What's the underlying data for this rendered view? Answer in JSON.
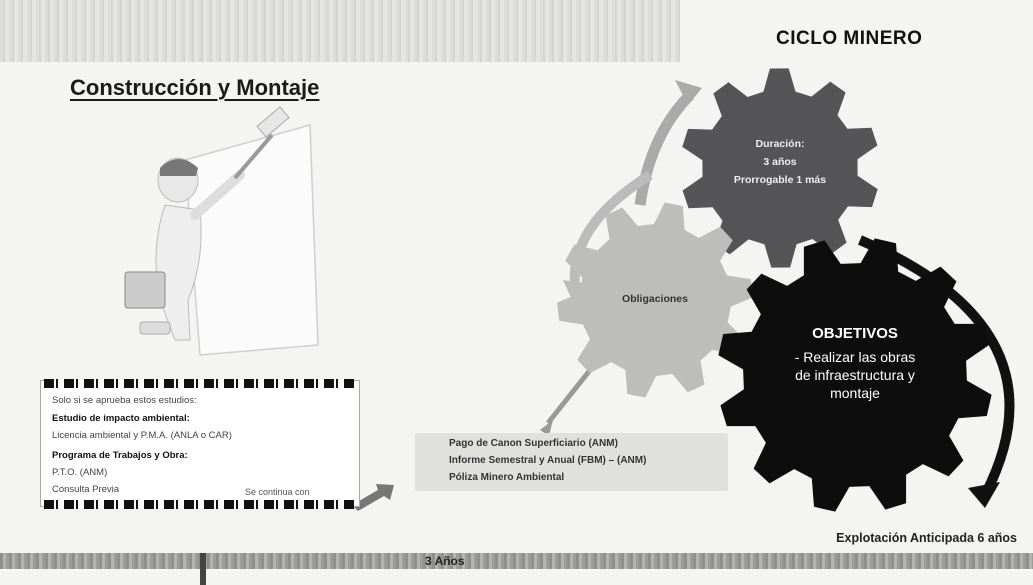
{
  "header": {
    "title": "CICLO MINERO"
  },
  "section": {
    "title": "Construcción y Montaje"
  },
  "note_box": {
    "lines": [
      "Solo si se aprueba estos estudios:",
      "Estudio de impacto ambiental:",
      "Licencia ambiental y P.M.A. (ANLA o CAR)",
      "Programa de Trabajos y Obra:",
      "P.T.O. (ANM)",
      "Consulta Previa"
    ],
    "continue": "Se continua con"
  },
  "obligations_list": [
    "Pago de Canon Superficiario (ANM)",
    "Informe Semestral y Anual (FBM) – (ANM)",
    "Póliza Minero Ambiental"
  ],
  "gears": {
    "duration": {
      "title": "Duración:",
      "line1": "3 años",
      "line2": "Prorrogable 1 más"
    },
    "obligations": {
      "title": "Obligaciones"
    },
    "objectives": {
      "title": "OBJETIVOS",
      "text": "- Realizar las obras de infraestructura y montaje"
    }
  },
  "timeline": {
    "label": "3 Años",
    "right_label": "Explotación Anticipada 6 años"
  },
  "colors": {
    "gear_dark": "#555557",
    "gear_light": "#bdbdbb",
    "gear_black": "#0d0d0d",
    "arrow": "#8a8a88"
  }
}
